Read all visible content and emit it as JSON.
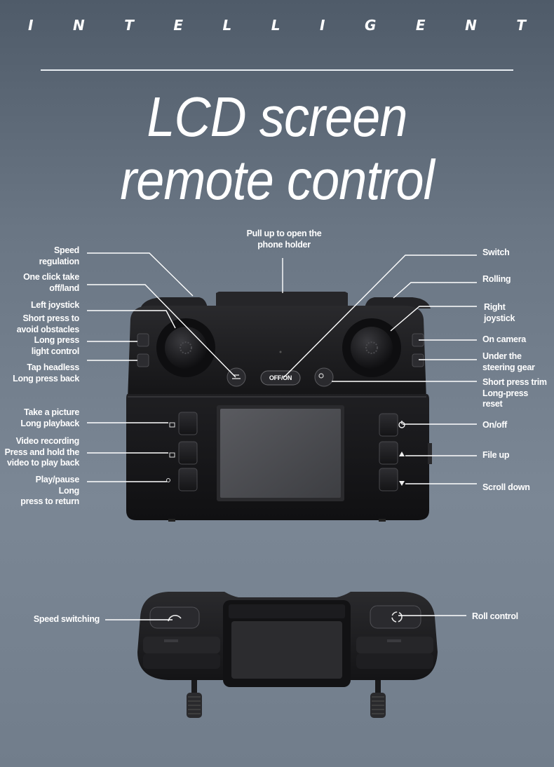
{
  "brand": {
    "letters": [
      "I",
      "N",
      "T",
      "E",
      "L",
      "L",
      "I",
      "G",
      "E",
      "N",
      "T"
    ]
  },
  "headline": {
    "line1": "LCD screen",
    "line2": "remote control"
  },
  "callouts": {
    "phone_holder": [
      "Pull up to open the",
      "phone holder"
    ],
    "speed_regulation": [
      "Speed",
      "regulation"
    ],
    "one_click": [
      "One click take",
      "off/land"
    ],
    "left_joystick": [
      "Left joystick"
    ],
    "obstacles": [
      "Short press to",
      "avoid obstacles",
      "Long press",
      "light control"
    ],
    "headless": [
      "Tap headless",
      "Long press back"
    ],
    "take_picture": [
      "Take a picture",
      "Long playback"
    ],
    "video_recording": [
      "Video recording",
      "Press and hold the",
      "video to play back"
    ],
    "play_pause": [
      "Play/pause",
      "Long",
      "press to return"
    ],
    "switch": [
      "Switch"
    ],
    "rolling": [
      "Rolling"
    ],
    "right_joystick": [
      "Right",
      "joystick"
    ],
    "on_camera": [
      "On camera"
    ],
    "steering_gear": [
      "Under the",
      "steering gear"
    ],
    "trim": [
      "Short press trim",
      "Long-press",
      "reset"
    ],
    "on_off": [
      "On/off"
    ],
    "file_up": [
      "File up"
    ],
    "scroll_down": [
      "Scroll down"
    ],
    "speed_switching": [
      "Speed switching"
    ],
    "roll_control": [
      "Roll control"
    ]
  },
  "device": {
    "power_button_label": "OFF/ON"
  },
  "colors": {
    "background": "#6f7b89",
    "device_body": "#1c1c1e",
    "screen": "#4d4e52",
    "text": "#ffffff"
  }
}
